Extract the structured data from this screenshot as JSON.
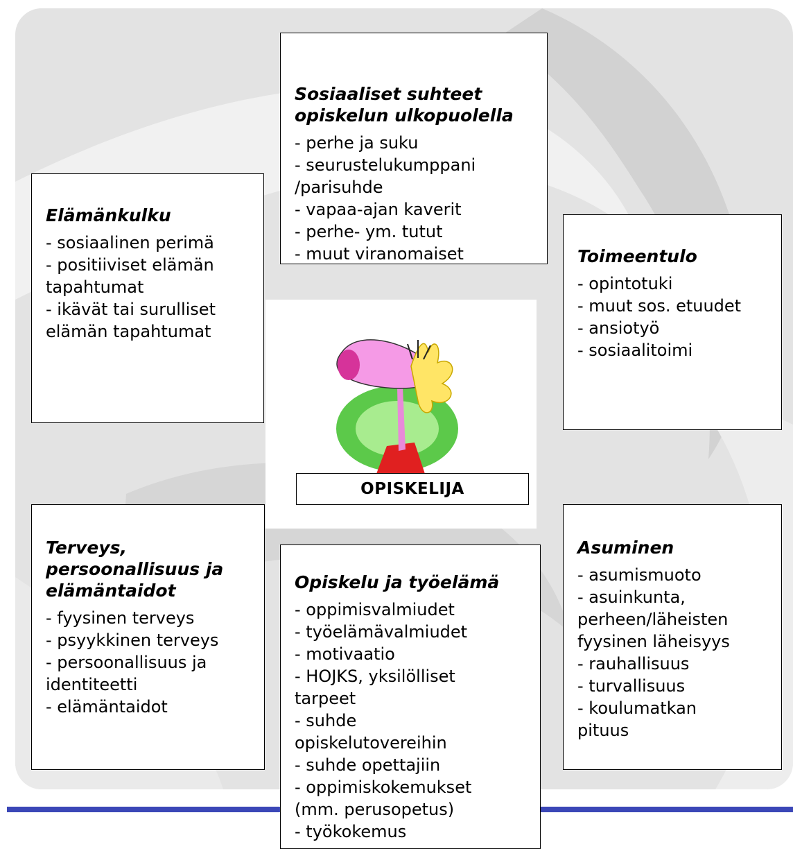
{
  "center_label": "OPISKELIJA",
  "boxes": {
    "social": {
      "title_lines": [
        "Sosiaaliset suhteet",
        "opiskelun ulkopuolella"
      ],
      "lines": [
        "- perhe ja suku",
        "- seurustelukumppani",
        "/parisuhde",
        "- vapaa-ajan kaverit",
        "- perhe- ym. tutut",
        "- muut viranomaiset"
      ]
    },
    "life": {
      "title": "Elämänkulku",
      "lines": [
        "- sosiaalinen perimä",
        "- positiiviset elämän",
        "tapahtumat",
        "- ikävät tai surulliset",
        "elämän tapahtumat"
      ]
    },
    "income": {
      "title": "Toimeentulo",
      "lines": [
        "- opintotuki",
        "- muut sos. etuudet",
        "- ansiotyö",
        "- sosiaalitoimi"
      ]
    },
    "health": {
      "title_lines": [
        "Terveys,",
        "persoonallisuus ja",
        "elämäntaidot"
      ],
      "lines": [
        "- fyysinen terveys",
        "- psyykkinen terveys",
        "- persoonallisuus ja",
        "identiteetti",
        "- elämäntaidot"
      ]
    },
    "study": {
      "title": "Opiskelu ja työelämä",
      "lines": [
        "- oppimisvalmiudet",
        "- työelämävalmiudet",
        "- motivaatio",
        "- HOJKS, yksilölliset",
        "tarpeet",
        "- suhde",
        "opiskelutovereihin",
        "- suhde opettajiin",
        "- oppimiskokemukset",
        "(mm. perusopetus)",
        "- työkokemus"
      ]
    },
    "housing": {
      "title": "Asuminen",
      "lines": [
        "- asumismuoto",
        "- asuinkunta,",
        "perheen/läheisten",
        "fyysinen läheisyys",
        "- rauhallisuus",
        "- turvallisuus",
        "- koulumatkan",
        "pituus"
      ]
    }
  },
  "colors": {
    "panel": "#e3e3e3",
    "swoosh": "#cfcfcf",
    "rule": "#3b47b7"
  }
}
